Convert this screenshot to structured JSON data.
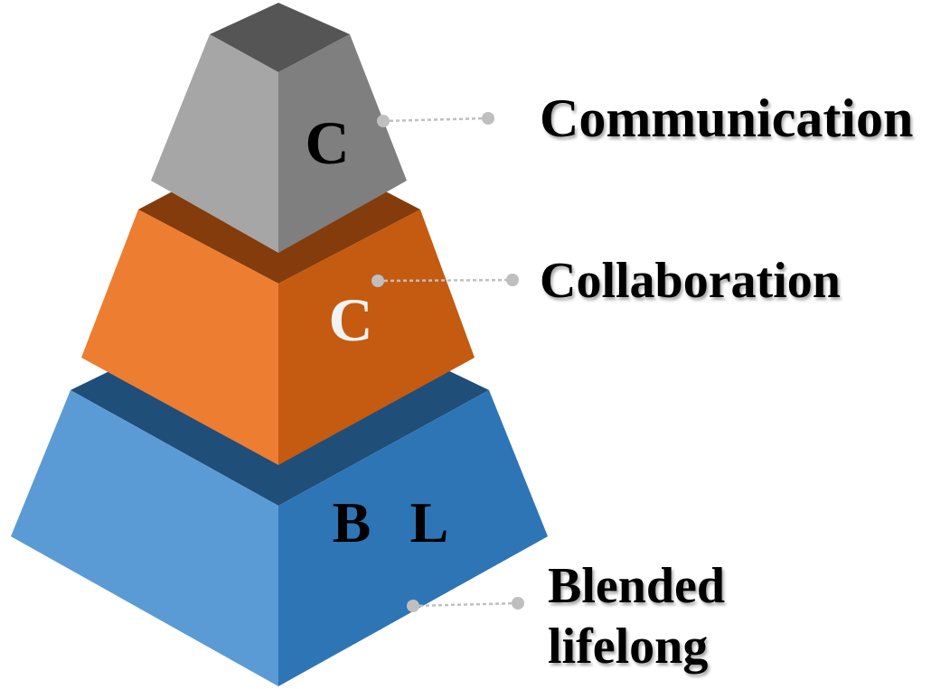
{
  "tiers": [
    {
      "id": "top",
      "letter": "C",
      "label": "Communication",
      "colors": {
        "left": "#a6a6a6",
        "right": "#7f7f7f",
        "top": "#555555",
        "letter": "#000000"
      }
    },
    {
      "id": "middle",
      "letter": "C",
      "label": "Collaboration",
      "colors": {
        "left": "#ed7d31",
        "right": "#c55a11",
        "top": "#843c0c",
        "letter": "#f2f2f2"
      }
    },
    {
      "id": "base",
      "letters": [
        "B",
        "L"
      ],
      "label_lines": [
        "Blended",
        "lifelong"
      ],
      "colors": {
        "left": "#5b9bd5",
        "right": "#2e75b6",
        "top": "#1f4e79",
        "letter": "#000000"
      }
    }
  ],
  "connector_color": "#bfbfbf"
}
